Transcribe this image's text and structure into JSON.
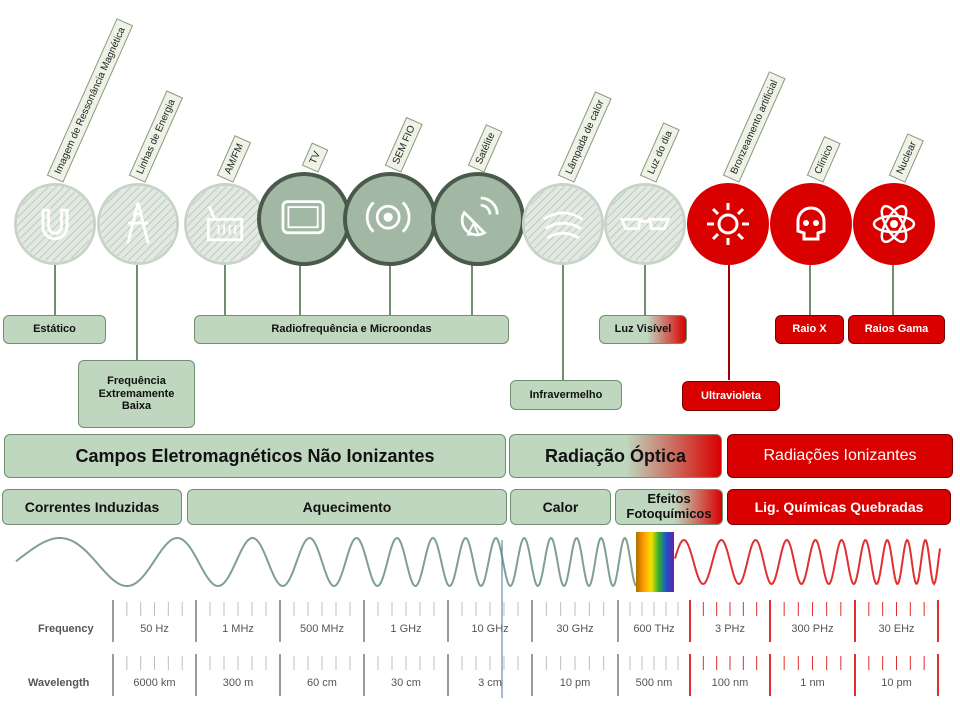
{
  "sources": [
    {
      "label": "Imagem de Ressonância Magnética",
      "icon": "magnet-icon"
    },
    {
      "label": "Linhas de Energia",
      "icon": "power-tower-icon"
    },
    {
      "label": "AM/FM",
      "icon": "radio-icon"
    },
    {
      "label": "TV",
      "icon": "tv-icon"
    },
    {
      "label": "SEM FIO",
      "icon": "wireless-icon"
    },
    {
      "label": "Satélite",
      "icon": "satellite-dish-icon"
    },
    {
      "label": "Lâmpada de calor",
      "icon": "heat-waves-icon"
    },
    {
      "label": "Luz do dia",
      "icon": "sunglasses-icon"
    },
    {
      "label": "Bronzeamento artificial",
      "icon": "sun-icon"
    },
    {
      "label": "Clínico",
      "icon": "skull-icon"
    },
    {
      "label": "Nuclear",
      "icon": "atom-icon"
    }
  ],
  "bands": {
    "estatico": "Estático",
    "elf": "Frequência Extremamente Baixa",
    "radio": "Radiofrequência e Microondas",
    "infrared": "Infravermelho",
    "visible": "Luz Visível",
    "uv": "Ultravioleta",
    "xray": "Raio X",
    "gamma": "Raios Gama"
  },
  "categories": {
    "non_ionizing": "Campos Eletromagnéticos Não Ionizantes",
    "optical": "Radiação Óptica",
    "ionizing": "Radiações Ionizantes"
  },
  "effects": {
    "induced": "Correntes Induzidas",
    "heating": "Aquecimento",
    "heat": "Calor",
    "photochemical": "Efeitos Fotoquímicos",
    "bonds": "Lig. Químicas Quebradas"
  },
  "scale": {
    "frequency_label": "Frequency",
    "wavelength_label": "Wavelength",
    "frequencies": [
      "50 Hz",
      "1 MHz",
      "500 MHz",
      "1 GHz",
      "10 GHz",
      "30 GHz",
      "600 THz",
      "3 PHz",
      "300 PHz",
      "30 EHz"
    ],
    "wavelengths": [
      "6000 km",
      "300 m",
      "60 cm",
      "30 cm",
      "3 cm",
      "10 pm",
      "500 nm",
      "100 nm",
      "1 nm",
      "10 pm"
    ]
  },
  "colors": {
    "green_fill": "#bfd7bf",
    "green_dark": "#a3b8a4",
    "red": "#d90000",
    "wave_green": "#7fa08f",
    "wave_red": "#e03030"
  }
}
